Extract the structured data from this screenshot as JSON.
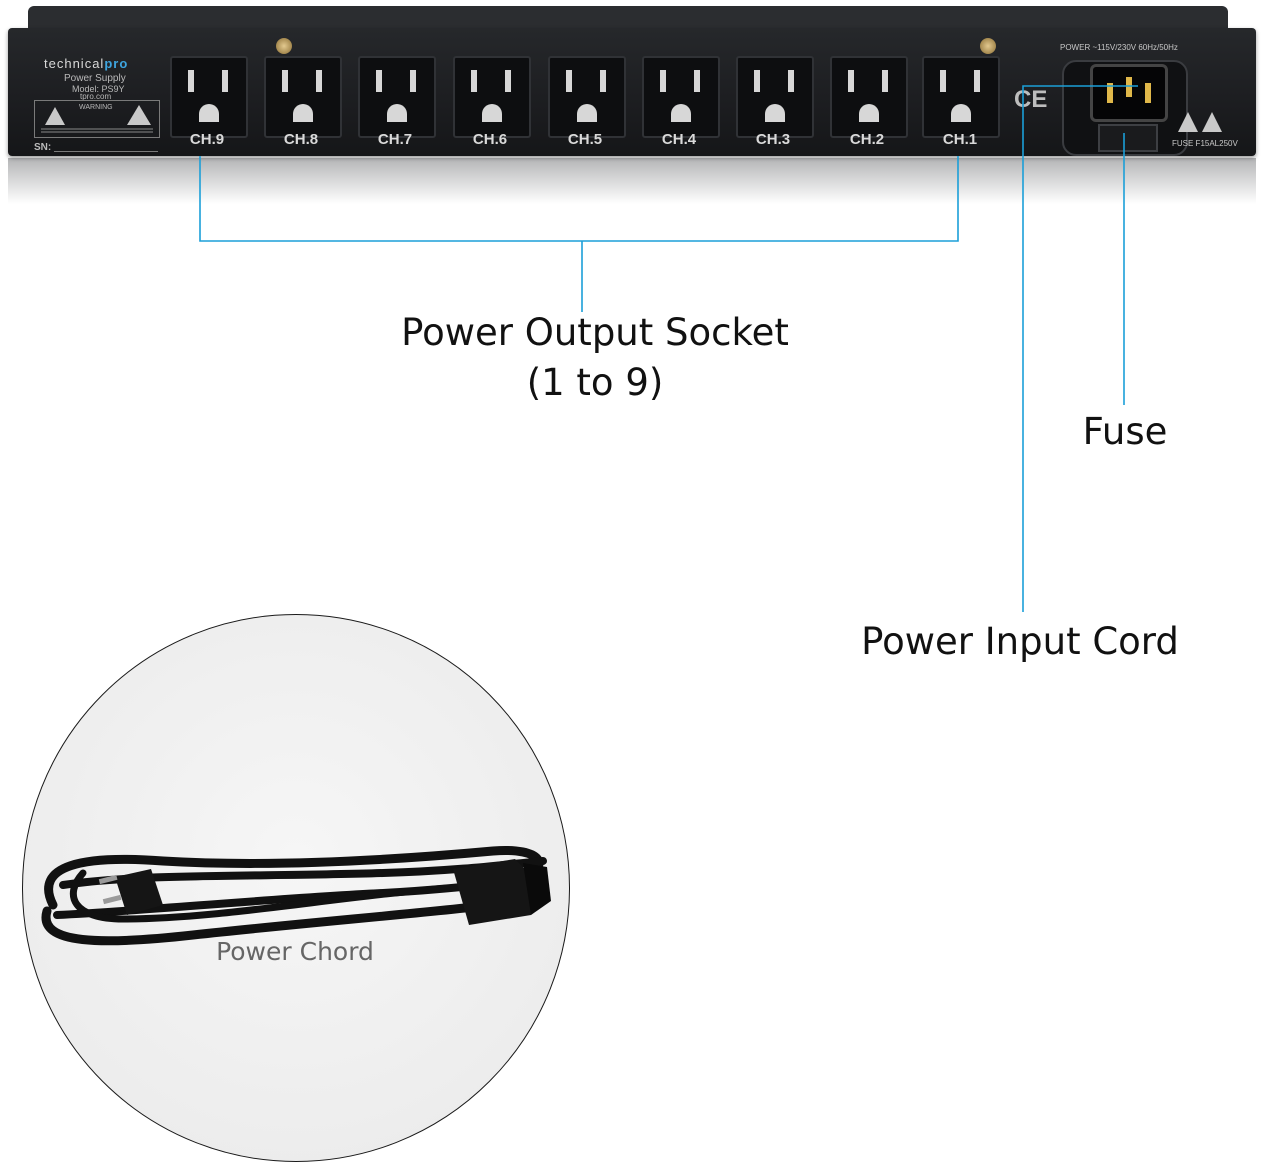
{
  "device": {
    "brand_prefix": "technical",
    "brand_suffix": "pro",
    "product_line": "Power Supply",
    "model": "Model: PS9Y",
    "website": "tpro.com",
    "warning_title": "WARNING",
    "serial_label": "SN:",
    "power_spec": "POWER ~115V/230V 60Hz/50Hz",
    "fuse_spec": "FUSE F15AL250V",
    "ce_mark": "CE",
    "channels": [
      "CH.9",
      "CH.8",
      "CH.7",
      "CH.6",
      "CH.5",
      "CH.4",
      "CH.3",
      "CH.2",
      "CH.1"
    ]
  },
  "callouts": {
    "sockets_line1": "Power Output Socket",
    "sockets_line2": "(1 to 9)",
    "fuse": "Fuse",
    "input_cord": "Power Input Cord"
  },
  "inset": {
    "label": "Power Chord"
  },
  "colors": {
    "leader_line": "#1b9fd8",
    "panel": "#1e1f22",
    "brand_accent": "#3ea5e0"
  }
}
